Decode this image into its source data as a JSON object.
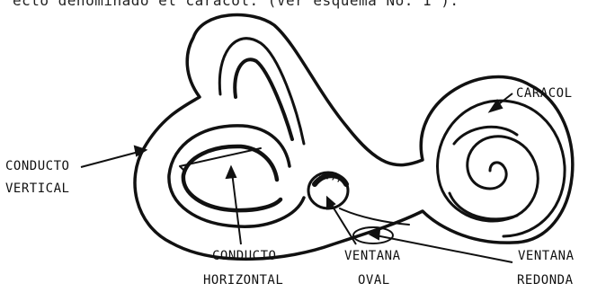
{
  "header": {
    "text": "ecto denominado el caracol. (Ver esquema No. 1 )."
  },
  "labels": {
    "caracol": "CARACOL",
    "conducto_vertical_1": "CONDUCTO",
    "conducto_vertical_2": "VERTICAL",
    "conducto_horizontal_1": "CONDUCTO",
    "conducto_horizontal_2": "HORIZONTAL",
    "ventana_oval_1": "VENTANA",
    "ventana_oval_2": "OVAL",
    "ventana_redonda_1": "VENTANA",
    "ventana_redonda_2": "REDONDA"
  }
}
